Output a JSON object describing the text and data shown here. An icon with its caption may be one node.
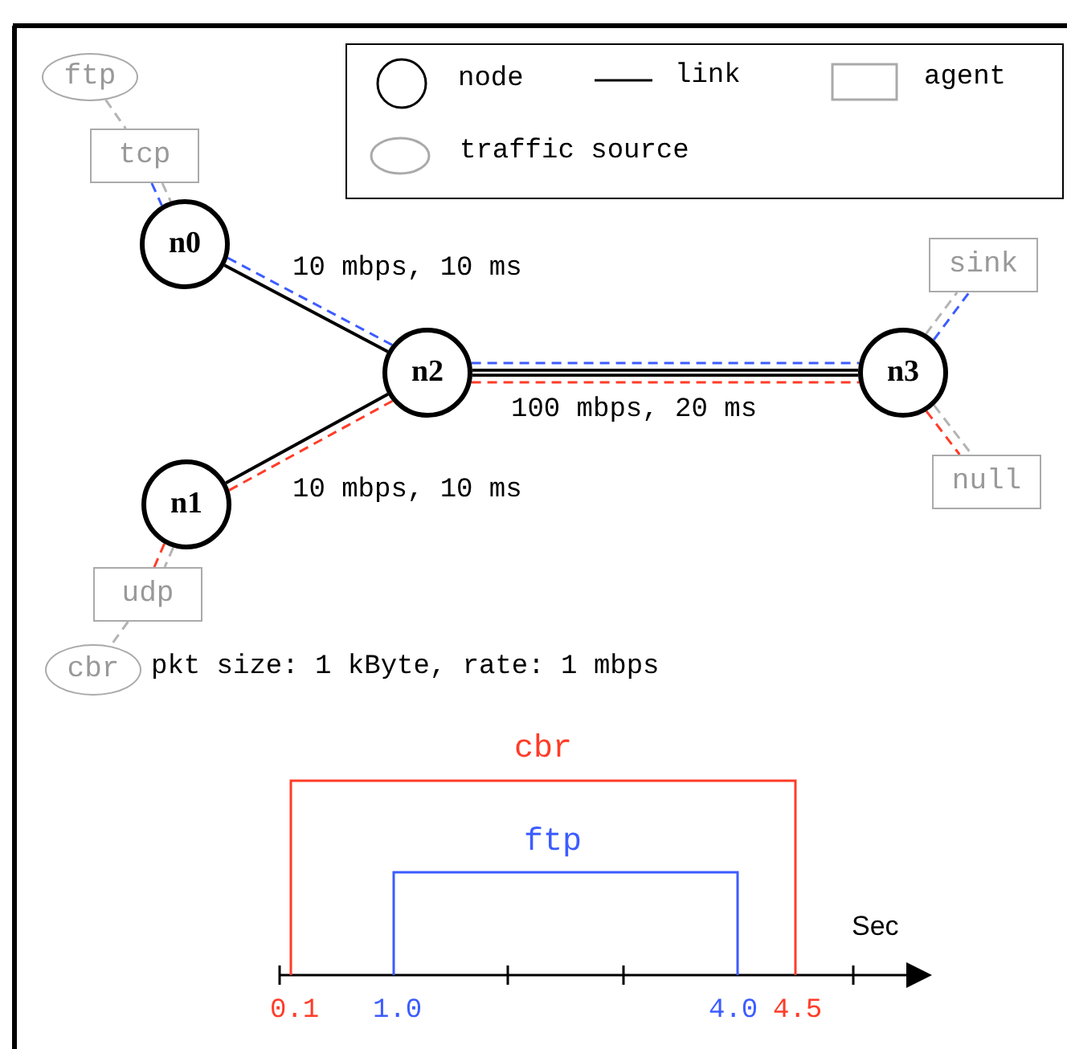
{
  "diagram": {
    "nodes": [
      {
        "text": [
          "ftp"
        ]
      },
      {
        "text": [
          "tcp"
        ]
      },
      {
        "text": [
          "n0"
        ]
      },
      {
        "text": [
          "sink"
        ]
      },
      {
        "text": [
          "n2"
        ]
      },
      {
        "text": [
          "n3"
        ]
      },
      {
        "text": [
          "null"
        ]
      },
      {
        "text": [
          "n1"
        ]
      },
      {
        "text": [
          "udp"
        ]
      },
      {
        "text": [
          "cbr"
        ],
        "beside": [
          "pkt size: 1 kByte, rate: 1 mbps"
        ]
      }
    ],
    "edges": [
      {
        "from": 0,
        "to": 1,
        "arrow": "none",
        "style": "dashed",
        "color": "#b4b4b4"
      },
      {
        "from": 1,
        "to": 2,
        "arrow": "none",
        "style": "dashed",
        "color": "#b4b4b4"
      },
      {
        "from": 1,
        "to": 2,
        "arrow": "none",
        "style": "dashed",
        "color": "#3c5cff"
      },
      {
        "from": 2,
        "to": 4,
        "arrow": "none",
        "label": "10 mbps, 10 ms",
        "color": "#000000"
      },
      {
        "from": 2,
        "to": 4,
        "arrow": "none",
        "style": "dashed",
        "color": "#3c5cff"
      },
      {
        "from": 7,
        "to": 4,
        "arrow": "none",
        "label": "10 mbps, 10 ms",
        "color": "#000000"
      },
      {
        "from": 7,
        "to": 4,
        "arrow": "none",
        "style": "dashed",
        "color": "#ff3c28"
      },
      {
        "from": 4,
        "to": 5,
        "arrow": "none",
        "label": "100 mbps, 20 ms",
        "style": "thick",
        "color": "#000000"
      },
      {
        "from": 4,
        "to": 5,
        "arrow": "none",
        "style": "dashed",
        "color": "#3c5cff"
      },
      {
        "from": 4,
        "to": 5,
        "arrow": "none",
        "style": "dashed",
        "color": "#ff3c28"
      },
      {
        "from": 5,
        "to": 3,
        "arrow": "none",
        "style": "dashed",
        "color": "#b4b4b4"
      },
      {
        "from": 5,
        "to": 3,
        "arrow": "none",
        "style": "dashed",
        "color": "#3c5cff"
      },
      {
        "from": 5,
        "to": 6,
        "arrow": "none",
        "style": "dashed",
        "color": "#b4b4b4"
      },
      {
        "from": 5,
        "to": 6,
        "arrow": "none",
        "style": "dashed",
        "color": "#ff3c28"
      },
      {
        "from": 7,
        "to": 8,
        "arrow": "none",
        "style": "dashed",
        "color": "#b4b4b4"
      },
      {
        "from": 7,
        "to": 8,
        "arrow": "none",
        "style": "dashed",
        "color": "#ff3c28"
      },
      {
        "from": 8,
        "to": 9,
        "arrow": "none",
        "style": "dashed",
        "color": "#b4b4b4"
      }
    ],
    "labels": [
      "cbr",
      "ftp",
      "Sec",
      "0.1",
      "1.0",
      "4.0",
      "4.5"
    ],
    "legend": [
      {
        "text": "node"
      },
      {
        "text": "link"
      },
      {
        "text": "agent"
      },
      {
        "text": "traffic source"
      }
    ]
  }
}
